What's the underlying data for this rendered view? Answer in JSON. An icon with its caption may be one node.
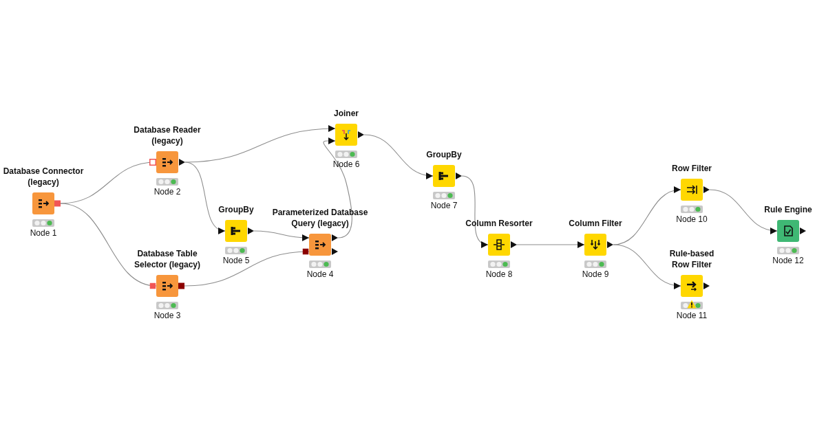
{
  "diagram": {
    "nodes": [
      {
        "text": [
          "Database Connector (legacy)"
        ],
        "beside": [
          "Node 1"
        ]
      },
      {
        "text": [
          "Database Reader (legacy)"
        ],
        "beside": [
          "Node 2"
        ]
      },
      {
        "text": [
          "Database Table Selector (legacy)"
        ],
        "beside": [
          "Node 3"
        ]
      },
      {
        "text": [
          "Parameterized Database Query (legacy)"
        ],
        "beside": [
          "Node 4"
        ]
      },
      {
        "text": [
          "GroupBy"
        ],
        "beside": [
          "Node 5"
        ]
      },
      {
        "text": [
          "Joiner"
        ],
        "beside": [
          "Node 6"
        ]
      },
      {
        "text": [
          "GroupBy"
        ],
        "beside": [
          "Node 7"
        ]
      },
      {
        "text": [
          "Column Resorter"
        ],
        "beside": [
          "Node 8"
        ]
      },
      {
        "text": [
          "Column Filter"
        ],
        "beside": [
          "Node 9"
        ]
      },
      {
        "text": [
          "Row Filter"
        ],
        "beside": [
          "Node 10"
        ]
      },
      {
        "text": [
          "Rule-based Row Filter"
        ],
        "beside": [
          "Node 11"
        ]
      },
      {
        "text": [
          "Rule Engine"
        ],
        "beside": [
          "Node 12"
        ]
      }
    ],
    "edges": [
      {
        "from": 0,
        "to": 1,
        "arrow": "other"
      },
      {
        "from": 0,
        "to": 2,
        "arrow": "other"
      },
      {
        "from": 1,
        "to": 5,
        "arrow": "to"
      },
      {
        "from": 1,
        "to": 4,
        "arrow": "to"
      },
      {
        "from": 4,
        "to": 3,
        "arrow": "to"
      },
      {
        "from": 2,
        "to": 3,
        "arrow": "other"
      },
      {
        "from": 3,
        "to": 5,
        "arrow": "to"
      },
      {
        "from": 5,
        "to": 6,
        "arrow": "to"
      },
      {
        "from": 6,
        "to": 7,
        "arrow": "to"
      },
      {
        "from": 7,
        "to": 8,
        "arrow": "to"
      },
      {
        "from": 8,
        "to": 9,
        "arrow": "to"
      },
      {
        "from": 8,
        "to": 10,
        "arrow": "to"
      },
      {
        "from": 9,
        "to": 11,
        "arrow": "to"
      }
    ]
  }
}
